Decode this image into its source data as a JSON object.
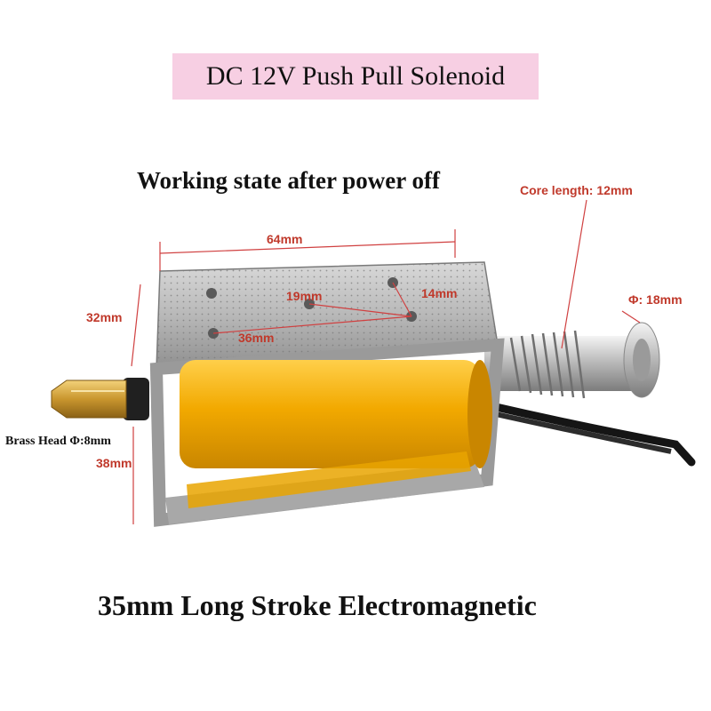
{
  "title": "DC 12V Push Pull Solenoid",
  "subtitle": "Working state after power off",
  "caption": "35mm Long Stroke Electromagnetic",
  "dimensions": {
    "core_length": "Core length: 12mm",
    "width": "64mm",
    "height": "32mm",
    "hole_spacing_a": "19mm",
    "hole_spacing_b": "14mm",
    "hole_spacing_c": "36mm",
    "plunger_diameter": "Φ: 18mm",
    "brass_head": "Brass Head Φ:8mm",
    "depth": "38mm"
  },
  "colors": {
    "banner": "#f7cfe3",
    "dimension_text": "#c0392b",
    "coil": "#f2a900"
  }
}
